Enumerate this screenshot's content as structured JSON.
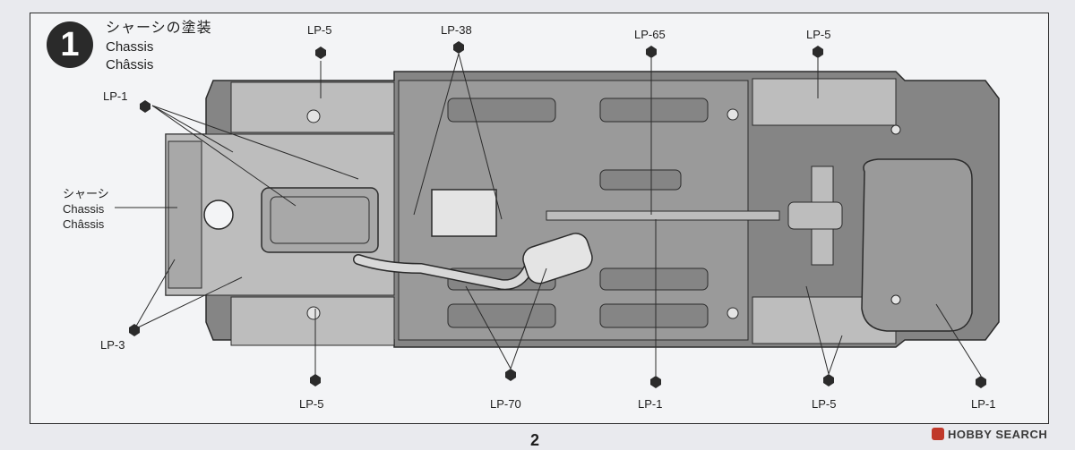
{
  "step": {
    "number": "1",
    "title_jp": "シャーシの塗装",
    "title_en": "Chassis",
    "title_fr": "Châssis"
  },
  "callout": {
    "jp": "シャーシ",
    "en": "Chassis",
    "fr": "Châssis"
  },
  "labels": {
    "top_lp5_left": "LP-5",
    "top_lp38": "LP-38",
    "top_lp65": "LP-65",
    "top_lp5_right": "LP-5",
    "left_lp1": "LP-1",
    "left_lp3": "LP-3",
    "bottom_lp5_left": "LP-5",
    "bottom_lp70": "LP-70",
    "bottom_lp1": "LP-1",
    "bottom_lp5_right": "LP-5",
    "right_lp1": "LP-1"
  },
  "page_number": "2",
  "watermark": "HOBBY SEARCH",
  "colors": {
    "chassis_dark": "#858585",
    "chassis_mid": "#9a9a9a",
    "chassis_light": "#bdbdbd",
    "part_white": "#e4e4e4",
    "line": "#2b2b2b"
  }
}
